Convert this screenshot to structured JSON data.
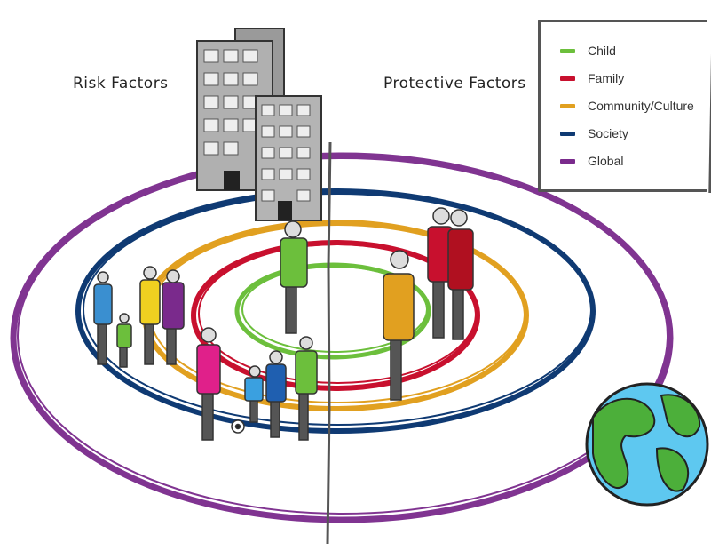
{
  "labels": {
    "risk": "Risk Factors",
    "protective": "Protective Factors"
  },
  "legend": {
    "items": [
      {
        "label": "Child",
        "color": "#6cbf3c"
      },
      {
        "label": "Family",
        "color": "#c8102e"
      },
      {
        "label": "Community/Culture",
        "color": "#e1a020"
      },
      {
        "label": "Society",
        "color": "#0f3a73"
      },
      {
        "label": "Global",
        "color": "#7a2a8c"
      }
    ]
  },
  "icons": [
    "office-building-icon",
    "person-icon",
    "globe-icon",
    "soccer-ball-icon"
  ]
}
